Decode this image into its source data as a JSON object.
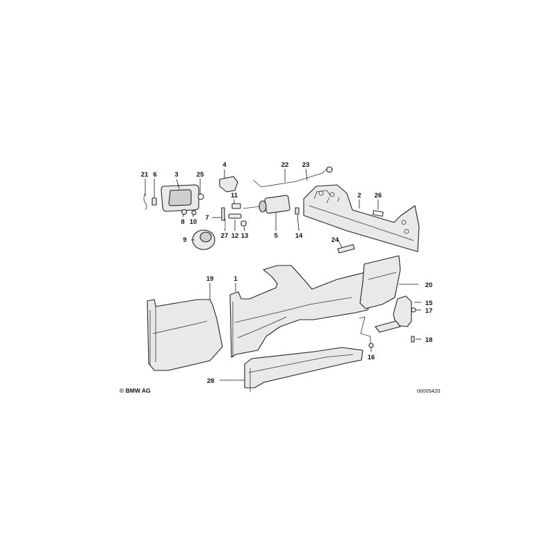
{
  "callouts": {
    "c1": "1",
    "c2": "2",
    "c3": "3",
    "c4": "4",
    "c5": "5",
    "c6": "6",
    "c7": "7",
    "c8": "8",
    "c9": "9",
    "c10": "10",
    "c11": "11",
    "c12": "12",
    "c13": "13",
    "c14": "14",
    "c15": "15",
    "c16": "16",
    "c17": "17",
    "c18": "18",
    "c19": "19",
    "c20": "20",
    "c21": "21",
    "c22": "22",
    "c23": "23",
    "c24": "24",
    "c25": "25",
    "c26": "26",
    "c27": "27",
    "c28": "28"
  },
  "footer": {
    "copyright": "© BMW AG",
    "reference": "00005420"
  }
}
